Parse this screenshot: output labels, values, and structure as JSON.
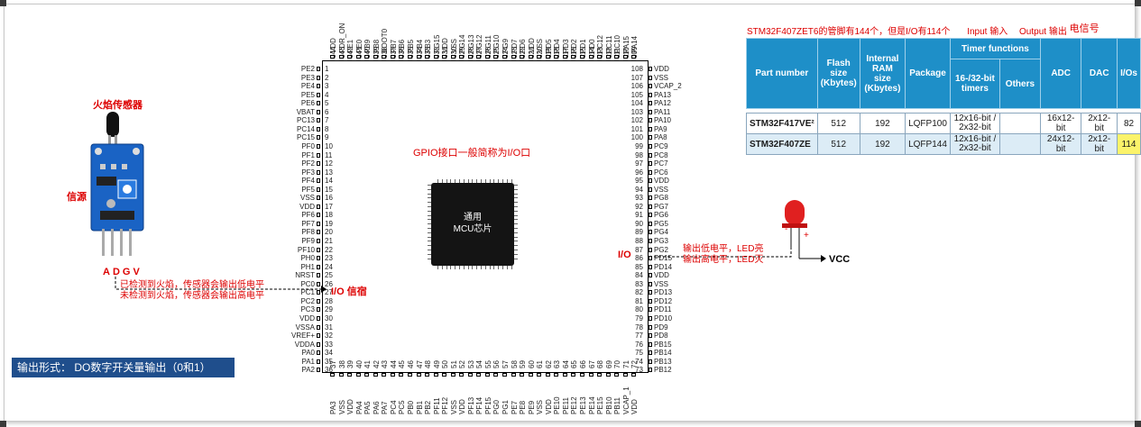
{
  "title_line": {
    "main": "STM32F407ZET6的管脚有144个，但是I/O有114个",
    "input": "Input 输入",
    "output": "Output 输出",
    "signal": "电信号"
  },
  "gpio_label": "GPIO接口一般简称为I/O口",
  "mcu_label_line1": "通用",
  "mcu_label_line2": "MCU芯片",
  "sensor": {
    "title": "火焰传感器",
    "signal_source": "信源",
    "pins_label": "ADGV",
    "note_line1": "已检测到火焰，传感器会输出低电平",
    "note_line2": "未检测到火焰，传感器会输出高电平"
  },
  "io_channel_label": "I/O 信宿",
  "io_right_label": "I/O",
  "led": {
    "note_line1": "输出低电平，LED亮",
    "note_line2": "输出高电平，LED灭",
    "vcc": "VCC",
    "minus": "-",
    "plus": "+"
  },
  "output_form": "输出形式： DO数字开关量输出（0和1）",
  "table": {
    "headers": {
      "part_number": "Part number",
      "flash": "Flash size (Kbytes)",
      "ram": "Internal RAM size (Kbytes)",
      "package": "Package",
      "timer": "Timer functions",
      "timer_1632": "16-/32-bit timers",
      "others": "Others",
      "adc": "ADC",
      "dac": "DAC",
      "ios": "I/Os"
    },
    "rows": [
      {
        "part": "STM32F417VE²",
        "flash": "512",
        "ram": "192",
        "package": "LQFP100",
        "timer_l1": "12x16-bit /",
        "timer_l2": "2x32-bit",
        "others": "",
        "adc": "16x12-bit",
        "dac": "2x12-bit",
        "ios": "82"
      },
      {
        "part": "STM32F407ZE",
        "flash": "512",
        "ram": "192",
        "package": "LQFP144",
        "timer_l1": "12x16-bit /",
        "timer_l2": "2x32-bit",
        "others": "",
        "adc": "24x12-bit",
        "dac": "2x12-bit",
        "ios": "114"
      }
    ]
  },
  "pins": {
    "left": [
      {
        "num": "1",
        "name": "PE2"
      },
      {
        "num": "2",
        "name": "PE3"
      },
      {
        "num": "3",
        "name": "PE4"
      },
      {
        "num": "4",
        "name": "PE5"
      },
      {
        "num": "5",
        "name": "PE6"
      },
      {
        "num": "6",
        "name": "VBAT"
      },
      {
        "num": "7",
        "name": "PC13"
      },
      {
        "num": "8",
        "name": "PC14"
      },
      {
        "num": "9",
        "name": "PC15"
      },
      {
        "num": "10",
        "name": "PF0"
      },
      {
        "num": "11",
        "name": "PF1"
      },
      {
        "num": "12",
        "name": "PF2"
      },
      {
        "num": "13",
        "name": "PF3"
      },
      {
        "num": "14",
        "name": "PF4"
      },
      {
        "num": "15",
        "name": "PF5"
      },
      {
        "num": "16",
        "name": "VSS"
      },
      {
        "num": "17",
        "name": "VDD"
      },
      {
        "num": "18",
        "name": "PF6"
      },
      {
        "num": "19",
        "name": "PF7"
      },
      {
        "num": "20",
        "name": "PF8"
      },
      {
        "num": "21",
        "name": "PF9"
      },
      {
        "num": "22",
        "name": "PF10"
      },
      {
        "num": "23",
        "name": "PH0"
      },
      {
        "num": "24",
        "name": "PH1"
      },
      {
        "num": "25",
        "name": "NRST"
      },
      {
        "num": "26",
        "name": "PC0"
      },
      {
        "num": "27",
        "name": "PC1"
      },
      {
        "num": "28",
        "name": "PC2"
      },
      {
        "num": "29",
        "name": "PC3"
      },
      {
        "num": "30",
        "name": "VDD"
      },
      {
        "num": "31",
        "name": "VSSA"
      },
      {
        "num": "32",
        "name": "VREF+"
      },
      {
        "num": "33",
        "name": "VDDA"
      },
      {
        "num": "34",
        "name": "PA0"
      },
      {
        "num": "35",
        "name": "PA1"
      },
      {
        "num": "36",
        "name": "PA2"
      }
    ],
    "right": [
      {
        "num": "108",
        "name": "VDD"
      },
      {
        "num": "107",
        "name": "VSS"
      },
      {
        "num": "106",
        "name": "VCAP_2"
      },
      {
        "num": "105",
        "name": "PA13"
      },
      {
        "num": "104",
        "name": "PA12"
      },
      {
        "num": "103",
        "name": "PA11"
      },
      {
        "num": "102",
        "name": "PA10"
      },
      {
        "num": "101",
        "name": "PA9"
      },
      {
        "num": "100",
        "name": "PA8"
      },
      {
        "num": "99",
        "name": "PC9"
      },
      {
        "num": "98",
        "name": "PC8"
      },
      {
        "num": "97",
        "name": "PC7"
      },
      {
        "num": "96",
        "name": "PC6"
      },
      {
        "num": "95",
        "name": "VDD"
      },
      {
        "num": "94",
        "name": "VSS"
      },
      {
        "num": "93",
        "name": "PG8"
      },
      {
        "num": "92",
        "name": "PG7"
      },
      {
        "num": "91",
        "name": "PG6"
      },
      {
        "num": "90",
        "name": "PG5"
      },
      {
        "num": "89",
        "name": "PG4"
      },
      {
        "num": "88",
        "name": "PG3"
      },
      {
        "num": "87",
        "name": "PG2"
      },
      {
        "num": "86",
        "name": "PD15"
      },
      {
        "num": "85",
        "name": "PD14"
      },
      {
        "num": "84",
        "name": "VDD"
      },
      {
        "num": "83",
        "name": "VSS"
      },
      {
        "num": "82",
        "name": "PD13"
      },
      {
        "num": "81",
        "name": "PD12"
      },
      {
        "num": "80",
        "name": "PD11"
      },
      {
        "num": "79",
        "name": "PD10"
      },
      {
        "num": "78",
        "name": "PD9"
      },
      {
        "num": "77",
        "name": "PD8"
      },
      {
        "num": "76",
        "name": "PB15"
      },
      {
        "num": "75",
        "name": "PB14"
      },
      {
        "num": "74",
        "name": "PB13"
      },
      {
        "num": "73",
        "name": "PB12"
      }
    ],
    "top": [
      {
        "num": "144",
        "name": "VDD"
      },
      {
        "num": "143",
        "name": "PDR_ON"
      },
      {
        "num": "142",
        "name": "PE1"
      },
      {
        "num": "141",
        "name": "PE0"
      },
      {
        "num": "140",
        "name": "PB9"
      },
      {
        "num": "139",
        "name": "PB8"
      },
      {
        "num": "138",
        "name": "BOOT0"
      },
      {
        "num": "137",
        "name": "PB7"
      },
      {
        "num": "136",
        "name": "PB6"
      },
      {
        "num": "135",
        "name": "PB5"
      },
      {
        "num": "134",
        "name": "PB4"
      },
      {
        "num": "133",
        "name": "PB3"
      },
      {
        "num": "132",
        "name": "PG15"
      },
      {
        "num": "131",
        "name": "VDD"
      },
      {
        "num": "130",
        "name": "VSS"
      },
      {
        "num": "129",
        "name": "PG14"
      },
      {
        "num": "128",
        "name": "PG13"
      },
      {
        "num": "127",
        "name": "PG12"
      },
      {
        "num": "126",
        "name": "PG11"
      },
      {
        "num": "125",
        "name": "PG10"
      },
      {
        "num": "124",
        "name": "PG9"
      },
      {
        "num": "123",
        "name": "PD7"
      },
      {
        "num": "122",
        "name": "PD6"
      },
      {
        "num": "121",
        "name": "VDD"
      },
      {
        "num": "120",
        "name": "VSS"
      },
      {
        "num": "119",
        "name": "PD5"
      },
      {
        "num": "118",
        "name": "PD4"
      },
      {
        "num": "117",
        "name": "PD3"
      },
      {
        "num": "116",
        "name": "PD2"
      },
      {
        "num": "115",
        "name": "PD1"
      },
      {
        "num": "114",
        "name": "PD0"
      },
      {
        "num": "113",
        "name": "PC12"
      },
      {
        "num": "112",
        "name": "PC11"
      },
      {
        "num": "111",
        "name": "PC10"
      },
      {
        "num": "110",
        "name": "PA15"
      },
      {
        "num": "109",
        "name": "PA14"
      }
    ],
    "bottom": [
      {
        "num": "37",
        "name": "PA3"
      },
      {
        "num": "38",
        "name": "VSS"
      },
      {
        "num": "39",
        "name": "VDD"
      },
      {
        "num": "40",
        "name": "PA4"
      },
      {
        "num": "41",
        "name": "PA5"
      },
      {
        "num": "42",
        "name": "PA6"
      },
      {
        "num": "43",
        "name": "PA7"
      },
      {
        "num": "44",
        "name": "PC4"
      },
      {
        "num": "45",
        "name": "PC5"
      },
      {
        "num": "46",
        "name": "PB0"
      },
      {
        "num": "47",
        "name": "PB1"
      },
      {
        "num": "48",
        "name": "PB2"
      },
      {
        "num": "49",
        "name": "PF11"
      },
      {
        "num": "50",
        "name": "PF12"
      },
      {
        "num": "51",
        "name": "VSS"
      },
      {
        "num": "52",
        "name": "VDD"
      },
      {
        "num": "53",
        "name": "PF13"
      },
      {
        "num": "54",
        "name": "PF14"
      },
      {
        "num": "55",
        "name": "PF15"
      },
      {
        "num": "56",
        "name": "PG0"
      },
      {
        "num": "57",
        "name": "PG1"
      },
      {
        "num": "58",
        "name": "PE7"
      },
      {
        "num": "59",
        "name": "PE8"
      },
      {
        "num": "60",
        "name": "PE9"
      },
      {
        "num": "61",
        "name": "VSS"
      },
      {
        "num": "62",
        "name": "VDD"
      },
      {
        "num": "63",
        "name": "PE10"
      },
      {
        "num": "64",
        "name": "PE11"
      },
      {
        "num": "65",
        "name": "PE12"
      },
      {
        "num": "66",
        "name": "PE13"
      },
      {
        "num": "67",
        "name": "PE14"
      },
      {
        "num": "68",
        "name": "PE15"
      },
      {
        "num": "69",
        "name": "PB10"
      },
      {
        "num": "70",
        "name": "PB11"
      },
      {
        "num": "71",
        "name": "VCAP_1"
      },
      {
        "num": "72",
        "name": "VDD"
      }
    ]
  },
  "colors": {
    "annotation_red": "#dd0000",
    "table_header_blue": "#1e8fc8",
    "table_row_blue": "#dcecf6",
    "highlight_yellow": "#fbf36a",
    "output_box_blue": "#1f4e8c"
  }
}
